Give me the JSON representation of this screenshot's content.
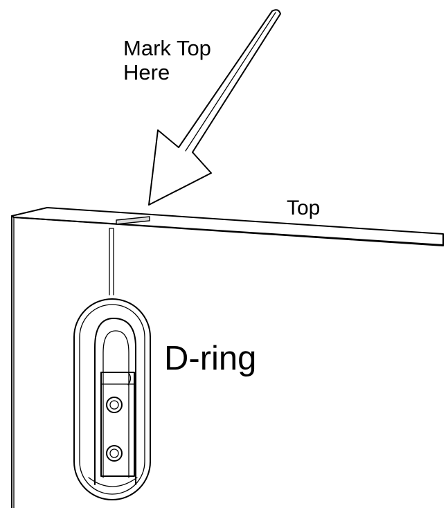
{
  "labels": {
    "callout_line1": "Mark Top",
    "callout_line2": "Here",
    "top": "Top",
    "d_ring": "D-ring"
  },
  "colors": {
    "ink": "#000000",
    "background": "#ffffff",
    "mark_fill": "#dcdcdc"
  },
  "icons": {
    "pointer": "arrow-down-left",
    "hanger": "d-ring-hanger"
  }
}
